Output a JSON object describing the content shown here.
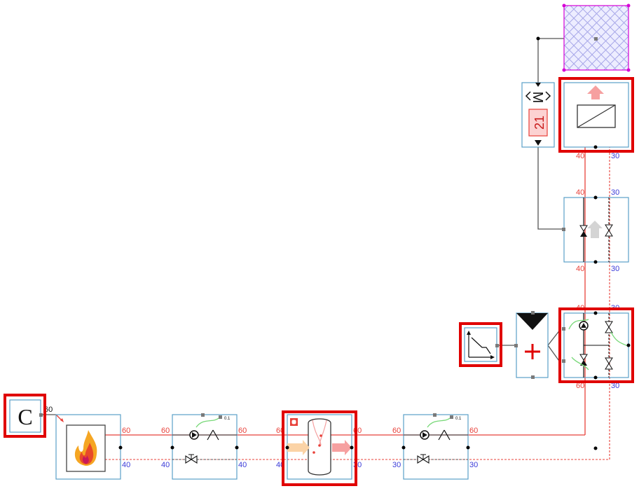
{
  "constant_block": {
    "symbol": "C",
    "output_label": "60"
  },
  "boiler": {
    "label_hot_out": "60",
    "label_cold_in": "40"
  },
  "pump_group_1": {
    "label_hot_in": "60",
    "label_hot_out": "60",
    "label_cold_in": "40",
    "label_cold_out": "40",
    "pump_setting": "0.1"
  },
  "buffer_tank": {
    "label_hot_in": "60",
    "label_hot_out": "60",
    "label_cold_in": "40",
    "label_cold_out": "30"
  },
  "pump_group_2": {
    "label_hot_in": "60",
    "label_hot_out": "60",
    "label_cold_in": "30",
    "label_cold_out": "30",
    "pump_setting": "0.1"
  },
  "mixing_group": {
    "label_hot_bottom": "60",
    "label_hot_top": "40",
    "label_cold_bottom": "30",
    "label_cold_top": "30"
  },
  "valve_group": {
    "label_hot_bottom": "40",
    "label_hot_top": "40",
    "label_cold_bottom": "30",
    "label_cold_top": "30"
  },
  "radiator": {
    "label_hot": "40",
    "label_cold": "30"
  },
  "controller": {
    "display_value": "21",
    "symbol": "M"
  },
  "colors": {
    "hot": "#e8413a",
    "cold": "#3a3ad8",
    "selection": "#e00000",
    "block_border": "#5aa0c8",
    "zone": "#d600d6"
  }
}
